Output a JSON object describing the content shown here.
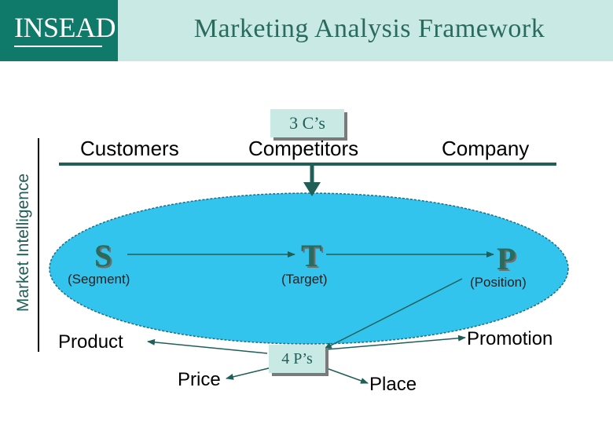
{
  "header": {
    "logo": "INSEAD",
    "title": "Marketing Analysis Framework"
  },
  "side_label": "Market Intelligence",
  "three_cs": {
    "badge": "3 C’s",
    "items": [
      "Customers",
      "Competitors",
      "Company"
    ]
  },
  "stp": {
    "segment_letter": "S",
    "segment_label": "(Segment)",
    "target_letter": "T",
    "target_label": "(Target)",
    "position_letter": "P",
    "position_label": "(Position)"
  },
  "four_ps": {
    "badge": "4 P’s",
    "product": "Product",
    "price": "Price",
    "place": "Place",
    "promotion": "Promotion"
  },
  "colors": {
    "header_band": "#c9e9e5",
    "logo_bg": "#0f7a6a",
    "ellipse_fill": "#33c4ee",
    "title_text": "#2a6b5e",
    "rule": "#1f5f58"
  }
}
